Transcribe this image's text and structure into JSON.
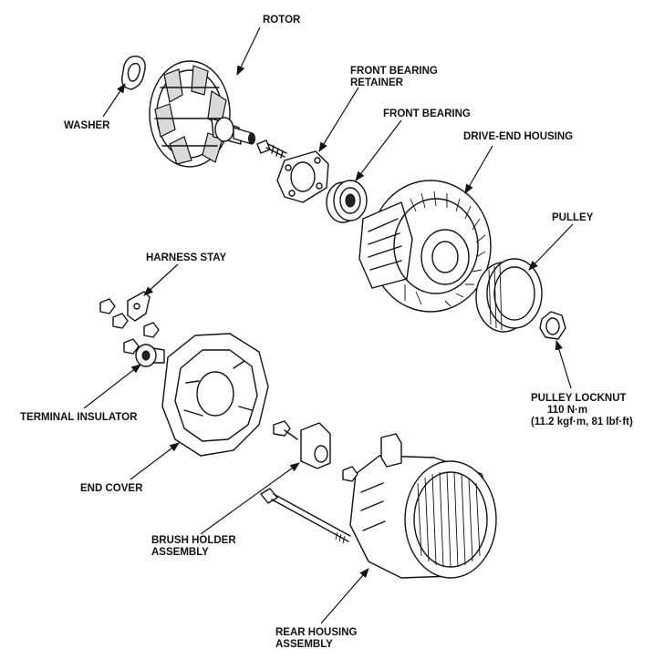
{
  "labels": {
    "rotor": "ROTOR",
    "washer": "WASHER",
    "front_bearing_retainer_1": "FRONT BEARING",
    "front_bearing_retainer_2": "RETAINER",
    "front_bearing": "FRONT BEARING",
    "drive_end_housing": "DRIVE-END HOUSING",
    "pulley": "PULLEY",
    "harness_stay": "HARNESS STAY",
    "terminal_insulator": "TERMINAL INSULATOR",
    "end_cover": "END COVER",
    "pulley_locknut_1": "PULLEY LOCKNUT",
    "pulley_locknut_2": "110 N·m",
    "pulley_locknut_3": "(11.2 kgf·m, 81 lbf·ft)",
    "brush_holder_1": "BRUSH HOLDER",
    "brush_holder_2": "ASSEMBLY",
    "rear_housing_1": "REAR HOUSING",
    "rear_housing_2": "ASSEMBLY"
  }
}
